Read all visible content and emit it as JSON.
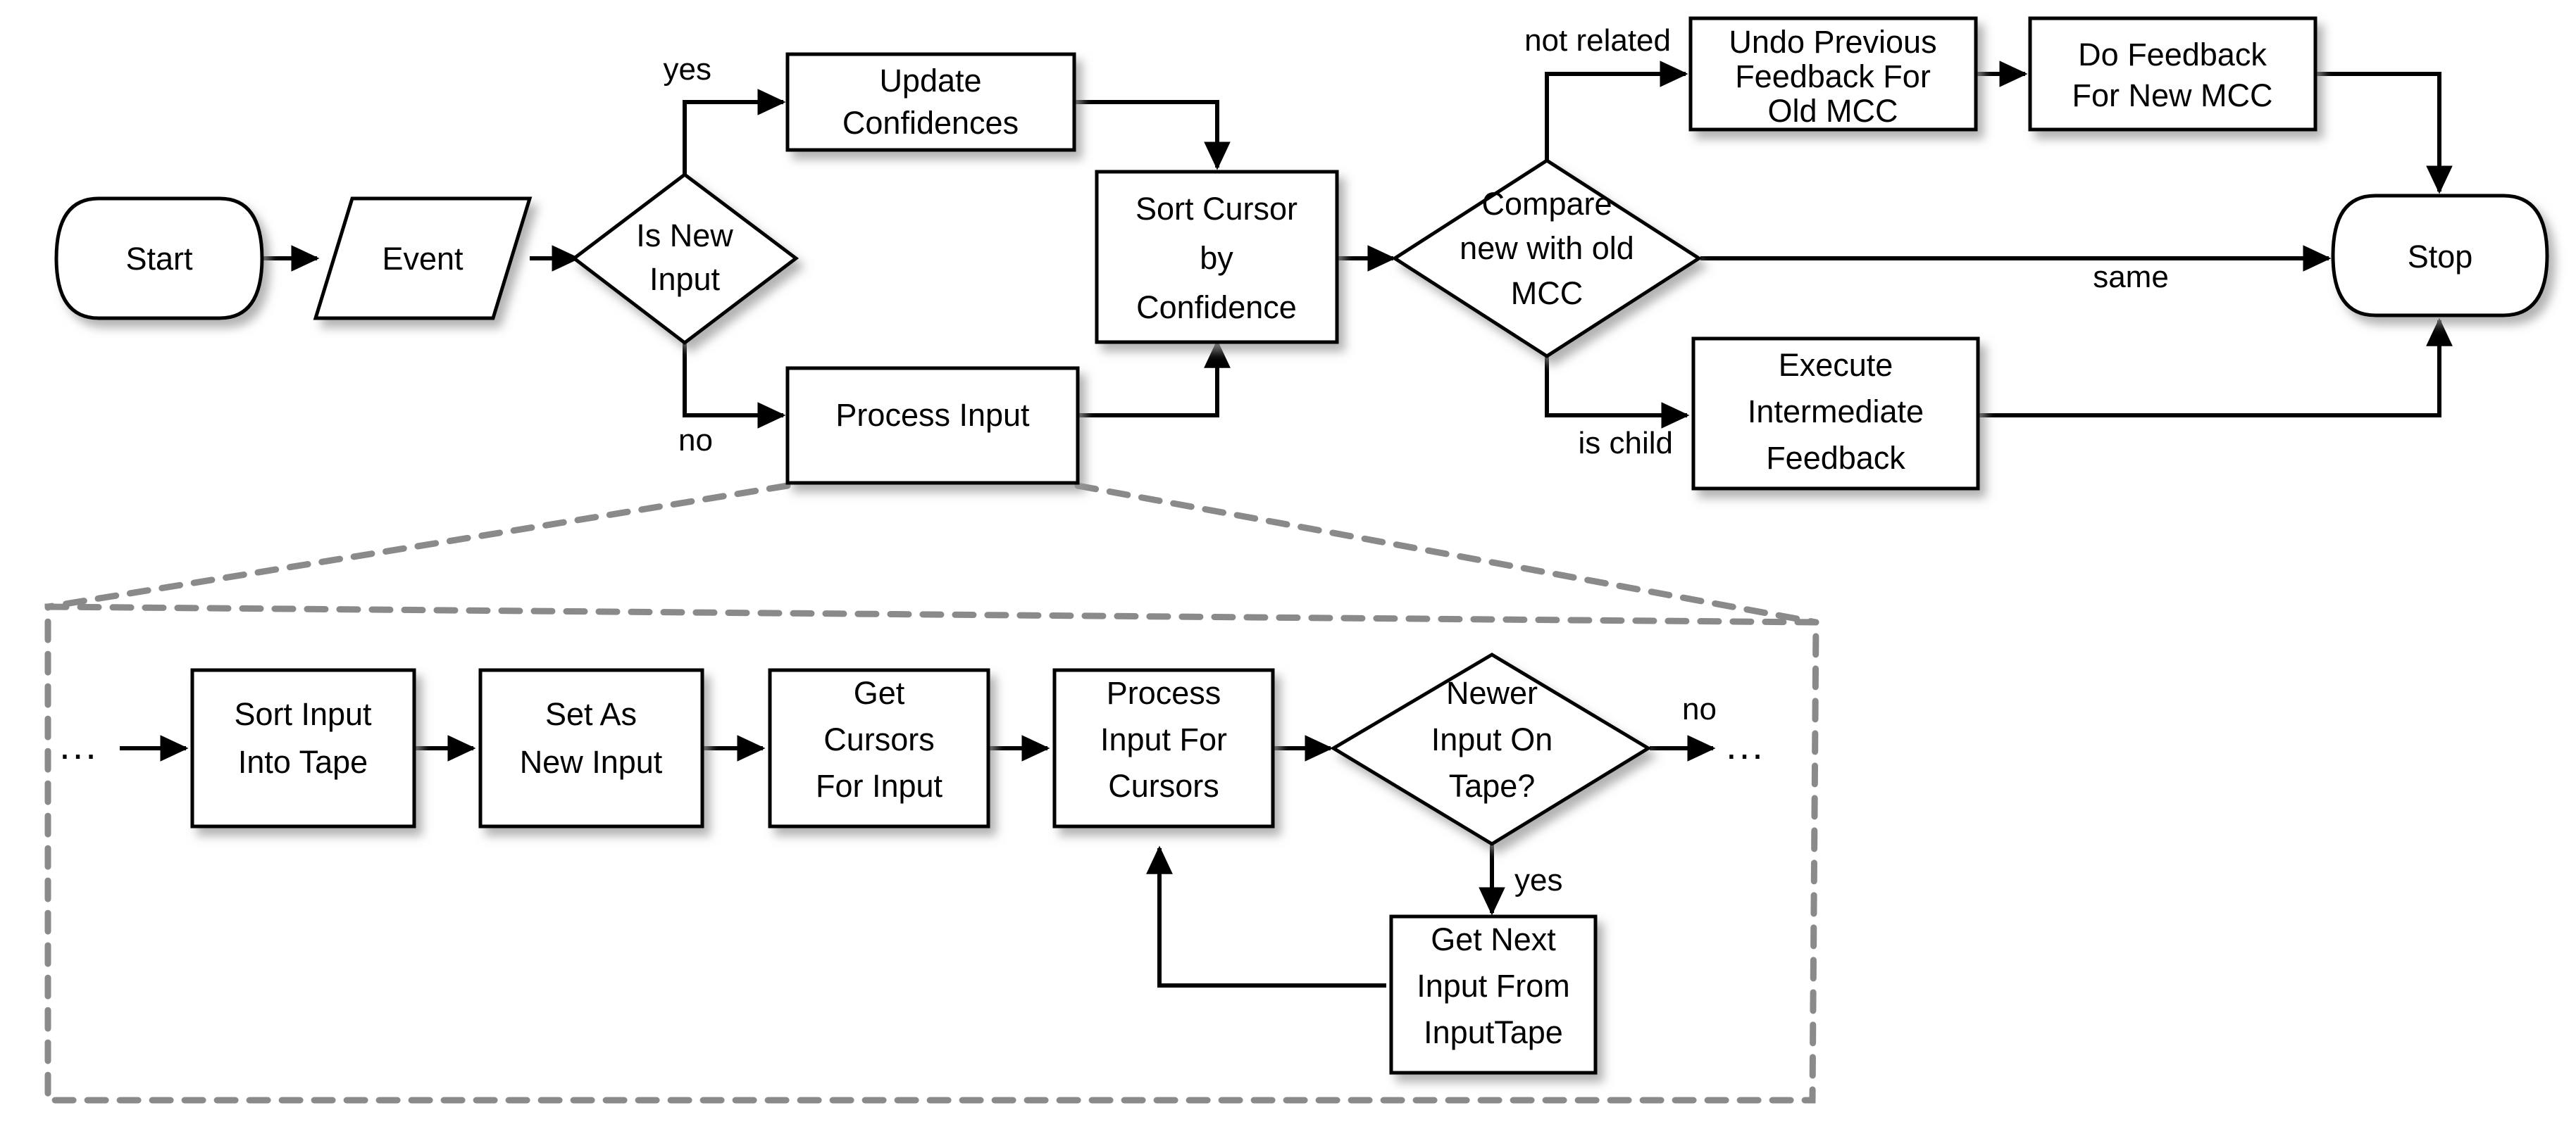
{
  "diagram": {
    "title": "Flowchart: input processing and MCC feedback",
    "colors": {
      "stroke": "#000000",
      "fill": "#ffffff",
      "callout_dashed": "#8a8a8a",
      "shadow": "#b9b9b9"
    },
    "main_flow": {
      "nodes": [
        {
          "id": "start",
          "label": "Start",
          "shape": "terminator"
        },
        {
          "id": "event",
          "label": "Event",
          "shape": "parallelogram"
        },
        {
          "id": "is_new_input",
          "label_lines": [
            "Is New",
            "Input"
          ],
          "shape": "decision"
        },
        {
          "id": "update_confidences",
          "label_lines": [
            "Update",
            "Confidences"
          ],
          "shape": "process"
        },
        {
          "id": "process_input",
          "label_lines": [
            "Process Input"
          ],
          "shape": "process"
        },
        {
          "id": "sort_cursor",
          "label_lines": [
            "Sort Cursor",
            "by",
            "Confidence"
          ],
          "shape": "process"
        },
        {
          "id": "compare_mcc",
          "label_lines": [
            "Compare",
            "new with old",
            "MCC"
          ],
          "shape": "decision"
        },
        {
          "id": "undo_previous",
          "label_lines": [
            "Undo Previous",
            "Feedback For",
            "Old MCC"
          ],
          "shape": "process"
        },
        {
          "id": "do_feedback",
          "label_lines": [
            "Do Feedback",
            "For New MCC"
          ],
          "shape": "process"
        },
        {
          "id": "execute_intermediate",
          "label_lines": [
            "Execute",
            "Intermediate",
            "Feedback"
          ],
          "shape": "process"
        },
        {
          "id": "stop",
          "label": "Stop",
          "shape": "terminator"
        }
      ],
      "edge_labels": {
        "yes": "yes",
        "no": "no",
        "not_related": "not related",
        "same": "same",
        "is_child": "is child"
      },
      "edges": [
        {
          "from": "start",
          "to": "event",
          "label": ""
        },
        {
          "from": "event",
          "to": "is_new_input",
          "label": ""
        },
        {
          "from": "is_new_input",
          "to": "update_confidences",
          "label": "yes"
        },
        {
          "from": "is_new_input",
          "to": "process_input",
          "label": "no"
        },
        {
          "from": "update_confidences",
          "to": "sort_cursor",
          "label": ""
        },
        {
          "from": "process_input",
          "to": "sort_cursor",
          "label": ""
        },
        {
          "from": "sort_cursor",
          "to": "compare_mcc",
          "label": ""
        },
        {
          "from": "compare_mcc",
          "to": "undo_previous",
          "label": "not related"
        },
        {
          "from": "undo_previous",
          "to": "do_feedback",
          "label": ""
        },
        {
          "from": "do_feedback",
          "to": "stop",
          "label": ""
        },
        {
          "from": "compare_mcc",
          "to": "stop",
          "label": "same"
        },
        {
          "from": "compare_mcc",
          "to": "execute_intermediate",
          "label": "is child"
        },
        {
          "from": "execute_intermediate",
          "to": "stop",
          "label": ""
        }
      ]
    },
    "detail_panel": {
      "expands_node": "process_input",
      "border_style": "dashed",
      "entry_ellipsis": "...",
      "exit_ellipsis": "...",
      "nodes": [
        {
          "id": "sort_input_into_tape",
          "label_lines": [
            "Sort Input",
            "Into Tape"
          ],
          "shape": "process"
        },
        {
          "id": "set_as_new_input",
          "label_lines": [
            "Set As",
            "New Input"
          ],
          "shape": "process"
        },
        {
          "id": "get_cursors_for_input",
          "label_lines": [
            "Get",
            "Cursors",
            "For Input"
          ],
          "shape": "process"
        },
        {
          "id": "process_input_for_cursors",
          "label_lines": [
            "Process",
            "Input For",
            "Cursors"
          ],
          "shape": "process"
        },
        {
          "id": "newer_input_on_tape",
          "label_lines": [
            "Newer",
            "Input On",
            "Tape?"
          ],
          "shape": "decision"
        },
        {
          "id": "get_next_input",
          "label_lines": [
            "Get Next",
            "Input From",
            "InputTape"
          ],
          "shape": "process"
        }
      ],
      "edge_labels": {
        "yes": "yes",
        "no": "no"
      },
      "edges": [
        {
          "from": "entry",
          "to": "sort_input_into_tape",
          "label": ""
        },
        {
          "from": "sort_input_into_tape",
          "to": "set_as_new_input",
          "label": ""
        },
        {
          "from": "set_as_new_input",
          "to": "get_cursors_for_input",
          "label": ""
        },
        {
          "from": "get_cursors_for_input",
          "to": "process_input_for_cursors",
          "label": ""
        },
        {
          "from": "process_input_for_cursors",
          "to": "newer_input_on_tape",
          "label": ""
        },
        {
          "from": "newer_input_on_tape",
          "to": "exit",
          "label": "no"
        },
        {
          "from": "newer_input_on_tape",
          "to": "get_next_input",
          "label": "yes"
        },
        {
          "from": "get_next_input",
          "to": "process_input_for_cursors",
          "label": ""
        }
      ]
    }
  }
}
